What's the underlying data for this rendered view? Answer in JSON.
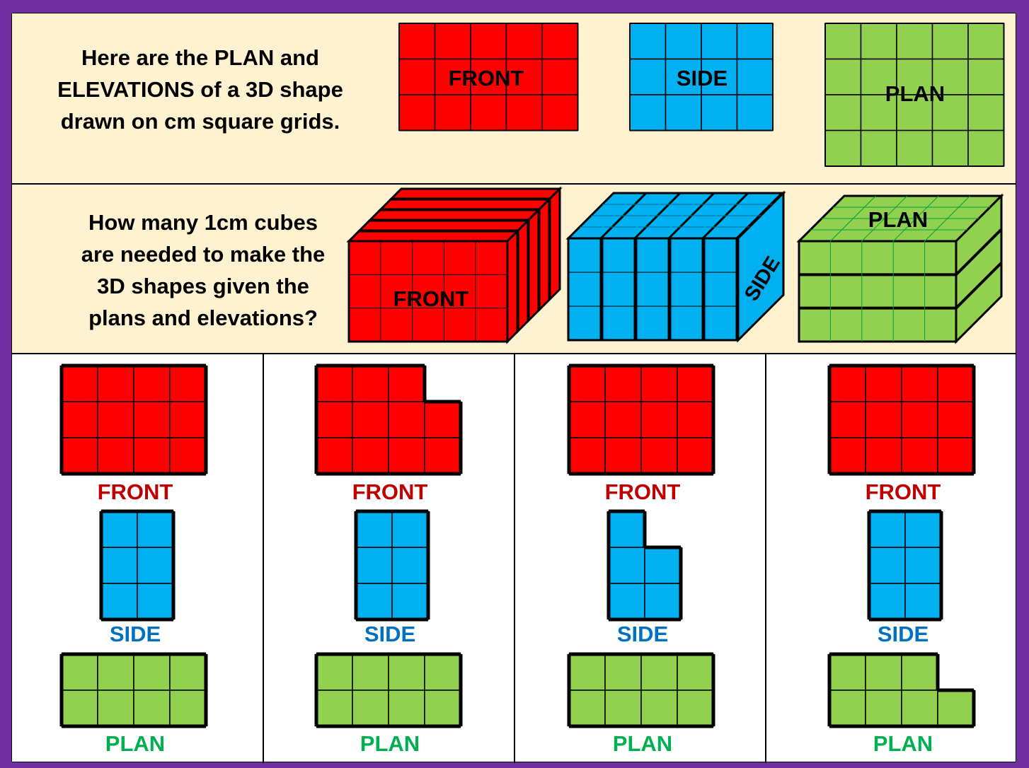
{
  "colors": {
    "front": "#ff0000",
    "side": "#00b0f0",
    "plan": "#92d050",
    "front_label": "#c00000",
    "side_label": "#0070c0",
    "plan_label": "#00b050",
    "frame": "#7030a0",
    "band": "#fef2d0"
  },
  "intro": {
    "line1": "Here are the PLAN and\nELEVATIONS of a 3D shape\ndrawn on cm square grids.",
    "line2": "How many 1cm cubes\nare needed to make the\n3D shapes given the\nplans and elevations?"
  },
  "example": {
    "front_label": "FRONT",
    "side_label": "SIDE",
    "plan_label": "PLAN",
    "front_grid": {
      "cols": 5,
      "rows": 3
    },
    "side_grid": {
      "cols": 4,
      "rows": 3
    },
    "plan_grid": {
      "cols": 5,
      "rows": 4
    }
  },
  "labels": {
    "front": "FRONT",
    "side": "SIDE",
    "plan": "PLAN"
  },
  "questions": [
    {
      "front": {
        "cols": 4,
        "rows": 3,
        "missing": []
      },
      "side": {
        "cols": 2,
        "rows": 3,
        "missing": []
      },
      "plan": {
        "cols": 4,
        "rows": 2,
        "missing": []
      }
    },
    {
      "front": {
        "cols": 4,
        "rows": 3,
        "missing": [
          [
            3,
            0
          ]
        ]
      },
      "side": {
        "cols": 2,
        "rows": 3,
        "missing": []
      },
      "plan": {
        "cols": 4,
        "rows": 2,
        "missing": []
      }
    },
    {
      "front": {
        "cols": 4,
        "rows": 3,
        "missing": []
      },
      "side": {
        "cols": 2,
        "rows": 3,
        "missing": [
          [
            1,
            0
          ]
        ]
      },
      "plan": {
        "cols": 4,
        "rows": 2,
        "missing": []
      }
    },
    {
      "front": {
        "cols": 4,
        "rows": 3,
        "missing": []
      },
      "side": {
        "cols": 2,
        "rows": 3,
        "missing": []
      },
      "plan": {
        "cols": 4,
        "rows": 2,
        "missing": [
          [
            3,
            0
          ]
        ]
      }
    }
  ]
}
